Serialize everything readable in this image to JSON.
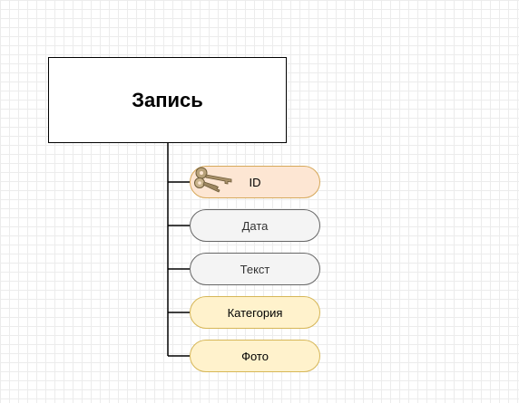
{
  "diagram": {
    "entity": {
      "title": "Запись"
    },
    "attributes": [
      {
        "label": "ID",
        "style": "key",
        "icon": "keys-icon"
      },
      {
        "label": "Дата",
        "style": "gray"
      },
      {
        "label": "Текст",
        "style": "gray"
      },
      {
        "label": "Категория",
        "style": "yellow"
      },
      {
        "label": "Фото",
        "style": "yellow"
      }
    ]
  },
  "colors": {
    "grid": "#ececec",
    "key_fill": "#fde6d3",
    "key_stroke": "#d6a85a",
    "gray_fill": "#f4f4f4",
    "gray_stroke": "#666666",
    "yellow_fill": "#fff2cc",
    "yellow_stroke": "#d6b656"
  }
}
